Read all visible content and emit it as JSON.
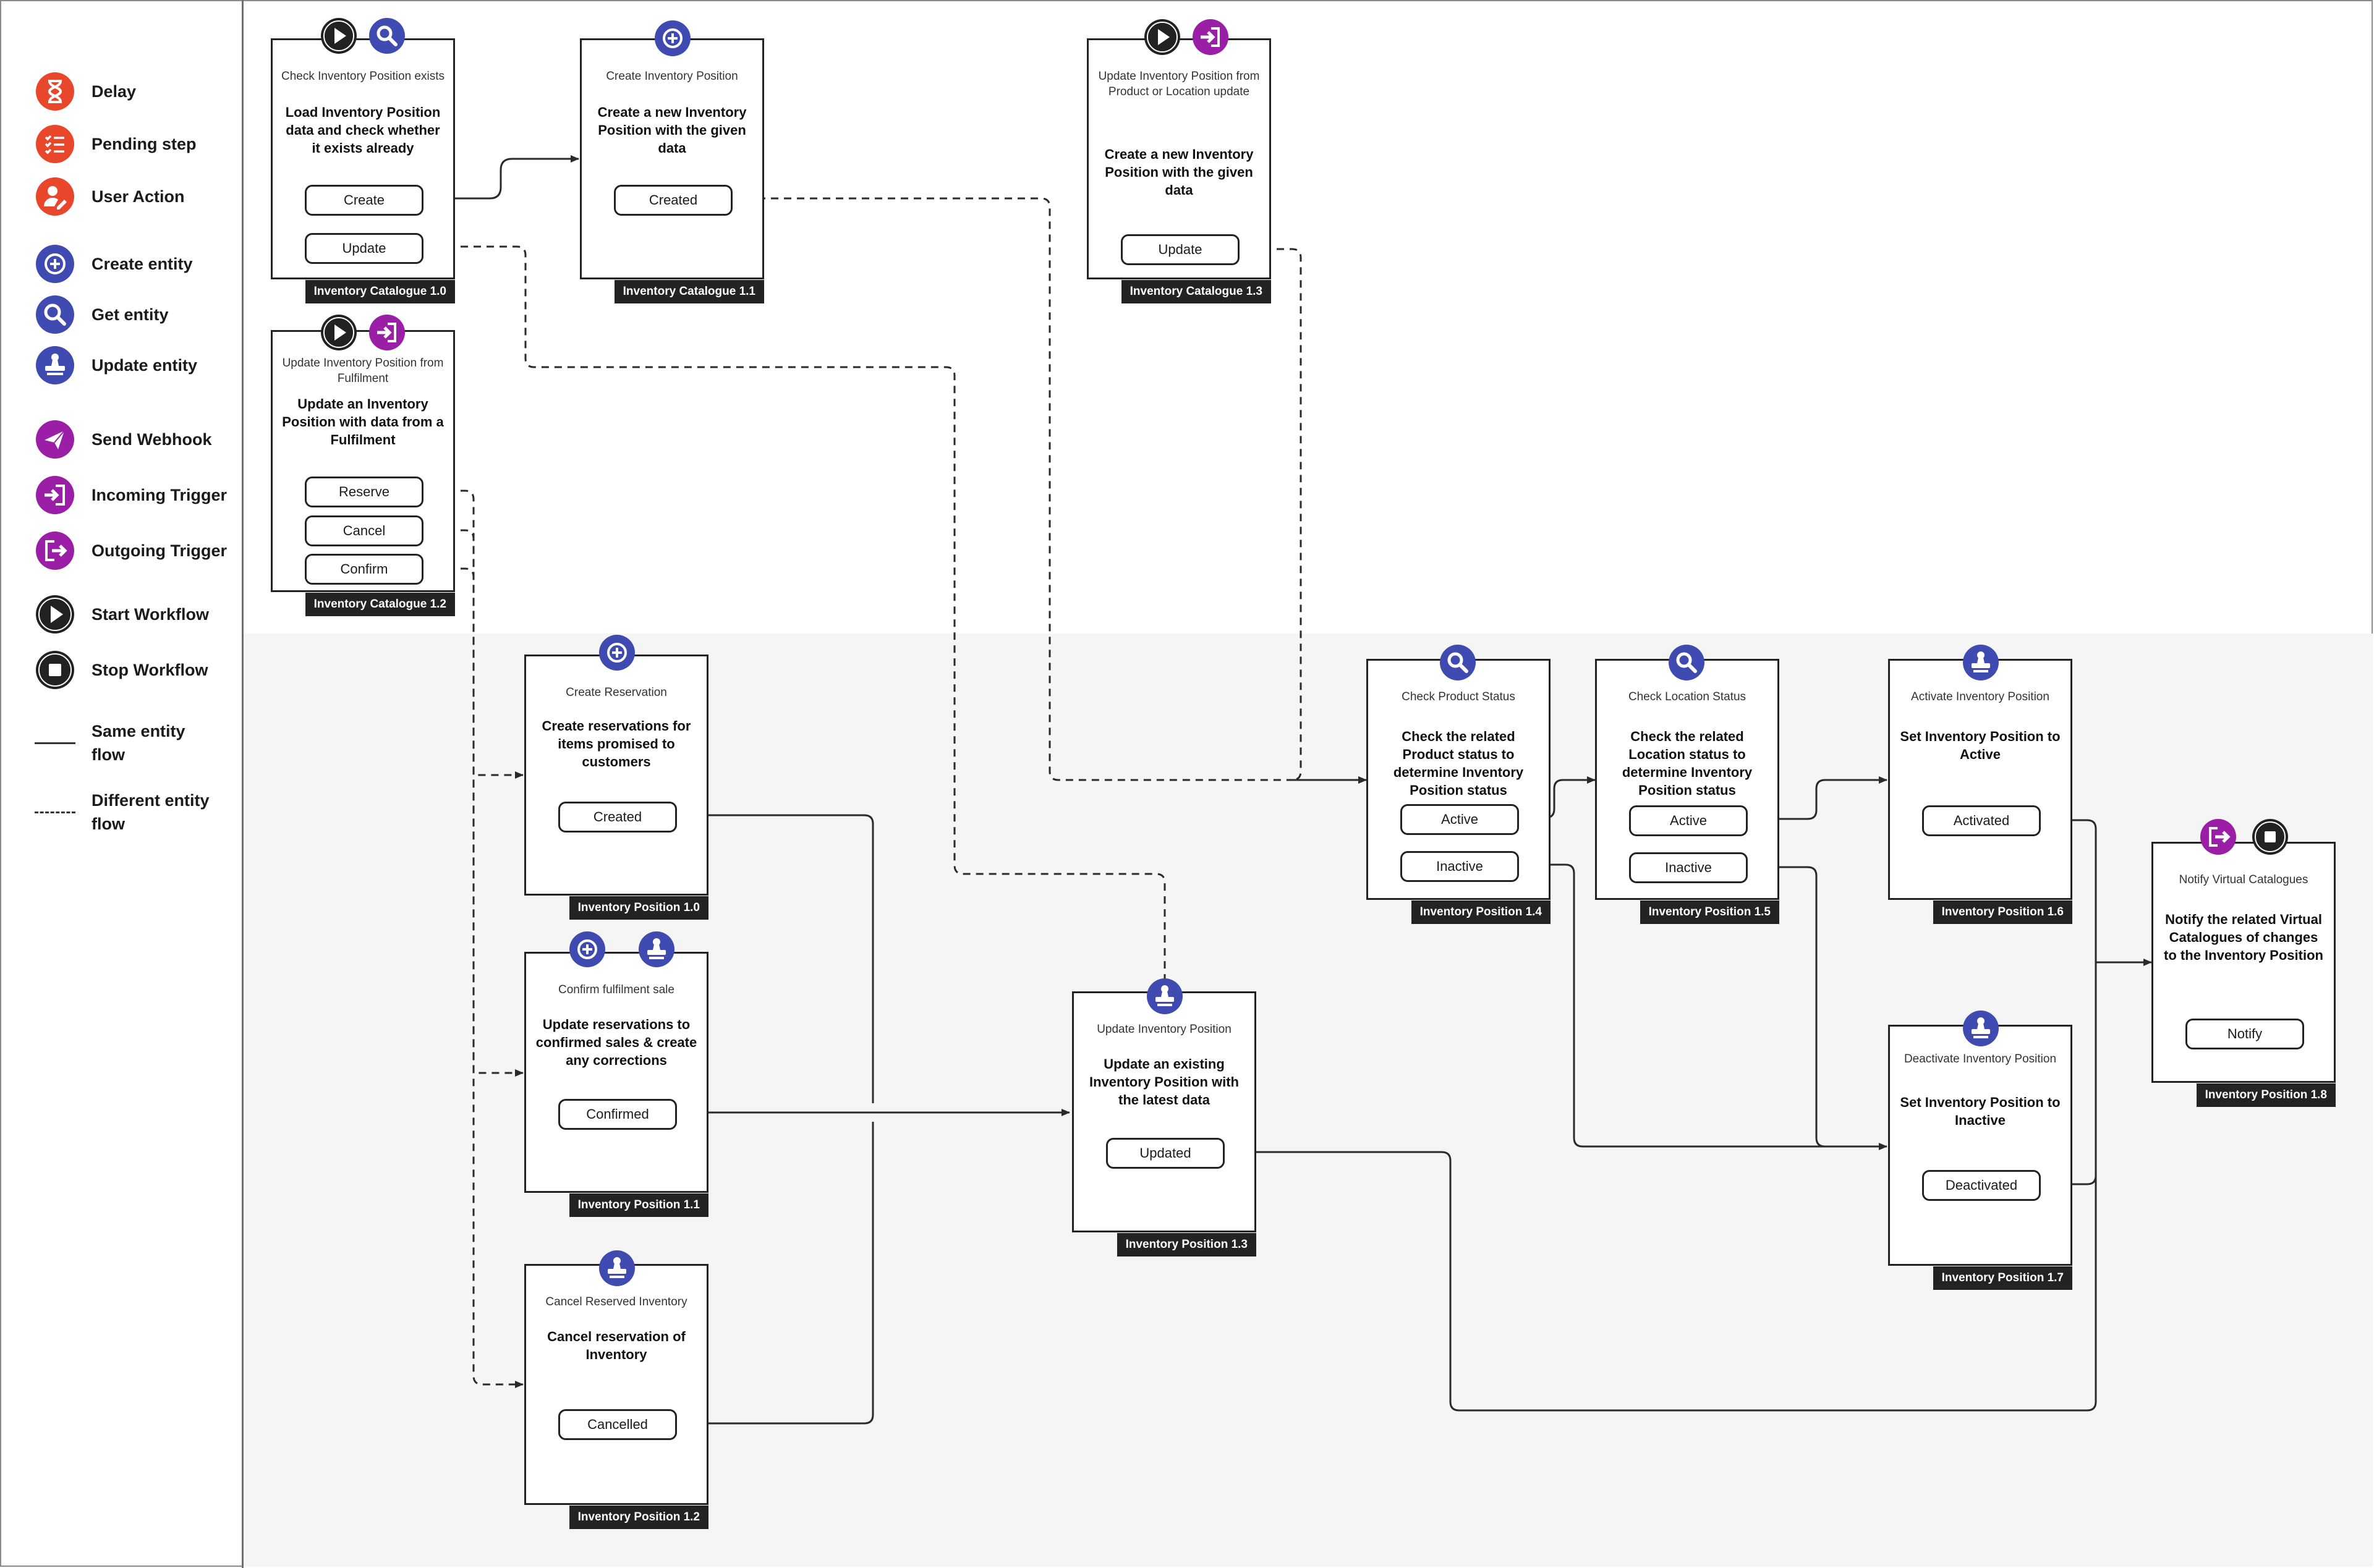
{
  "legend": {
    "delay": "Delay",
    "pending_step": "Pending step",
    "user_action": "User Action",
    "create_entity": "Create entity",
    "get_entity": "Get entity",
    "update_entity": "Update entity",
    "send_webhook": "Send Webhook",
    "incoming_trigger": "Incoming Trigger",
    "outgoing_trigger": "Outgoing Trigger",
    "start_workflow": "Start Workflow",
    "stop_workflow": "Stop Workflow",
    "same_entity_flow": "Same entity flow",
    "different_entity_flow": "Different entity flow"
  },
  "colors": {
    "orange": "#e8472b",
    "blue": "#3f4bb0",
    "purple": "#9a1fa6",
    "black": "#222222"
  },
  "nodes": {
    "ic10": {
      "subtitle": "Check Inventory Position exists",
      "description": "Load Inventory Position data and check whether it exists already",
      "outcomes": [
        "Create",
        "Update"
      ],
      "tag": "Inventory Catalogue 1.0",
      "icons": [
        "start-workflow",
        "get-entity"
      ]
    },
    "ic11": {
      "subtitle": "Create Inventory Position",
      "description": "Create a new Inventory Position with the given data",
      "outcomes": [
        "Created"
      ],
      "tag": "Inventory Catalogue 1.1",
      "icons": [
        "create-entity"
      ]
    },
    "ic13": {
      "subtitle": "Update Inventory Position from Product or Location update",
      "description": "Create a new Inventory Position with the given data",
      "outcomes": [
        "Update"
      ],
      "tag": "Inventory Catalogue 1.3",
      "icons": [
        "start-workflow",
        "incoming-trigger"
      ]
    },
    "ic12": {
      "subtitle": "Update Inventory Position from Fulfilment",
      "description": "Update an Inventory Position with data from a Fulfilment",
      "outcomes": [
        "Reserve",
        "Cancel",
        "Confirm"
      ],
      "tag": "Inventory Catalogue 1.2",
      "icons": [
        "start-workflow",
        "incoming-trigger"
      ]
    },
    "ip10": {
      "subtitle": "Create Reservation",
      "description": "Create reservations for items promised to customers",
      "outcomes": [
        "Created"
      ],
      "tag": "Inventory Position 1.0",
      "icons": [
        "create-entity"
      ]
    },
    "ip11": {
      "subtitle": "Confirm fulfilment sale",
      "description": "Update reservations to confirmed sales & create any corrections",
      "outcomes": [
        "Confirmed"
      ],
      "tag": "Inventory Position 1.1",
      "icons": [
        "create-entity",
        "update-entity"
      ]
    },
    "ip12": {
      "subtitle": "Cancel Reserved Inventory",
      "description": "Cancel reservation of Inventory",
      "outcomes": [
        "Cancelled"
      ],
      "tag": "Inventory Position 1.2",
      "icons": [
        "update-entity"
      ]
    },
    "ip13": {
      "subtitle": "Update Inventory Position",
      "description": "Update an existing Inventory Position with the latest data",
      "outcomes": [
        "Updated"
      ],
      "tag": "Inventory Position 1.3",
      "icons": [
        "update-entity"
      ]
    },
    "ip14": {
      "subtitle": "Check Product Status",
      "description": "Check the related Product status to determine Inventory Position status",
      "outcomes": [
        "Active",
        "Inactive"
      ],
      "tag": "Inventory Position 1.4",
      "icons": [
        "get-entity"
      ]
    },
    "ip15": {
      "subtitle": "Check Location Status",
      "description": "Check the related Location status to determine Inventory Position status",
      "outcomes": [
        "Active",
        "Inactive"
      ],
      "tag": "Inventory Position 1.5",
      "icons": [
        "get-entity"
      ]
    },
    "ip16": {
      "subtitle": "Activate Inventory Position",
      "description": "Set Inventory Position to Active",
      "outcomes": [
        "Activated"
      ],
      "tag": "Inventory Position 1.6",
      "icons": [
        "update-entity"
      ]
    },
    "ip17": {
      "subtitle": "Deactivate Inventory Position",
      "description": "Set Inventory Position to Inactive",
      "outcomes": [
        "Deactivated"
      ],
      "tag": "Inventory Position 1.7",
      "icons": [
        "update-entity"
      ]
    },
    "ip18": {
      "subtitle": "Notify Virtual Catalogues",
      "description": "Notify the related Virtual Catalogues of changes to the Inventory Position",
      "outcomes": [
        "Notify"
      ],
      "tag": "Inventory Position 1.8",
      "icons": [
        "outgoing-trigger",
        "stop-workflow"
      ]
    }
  }
}
